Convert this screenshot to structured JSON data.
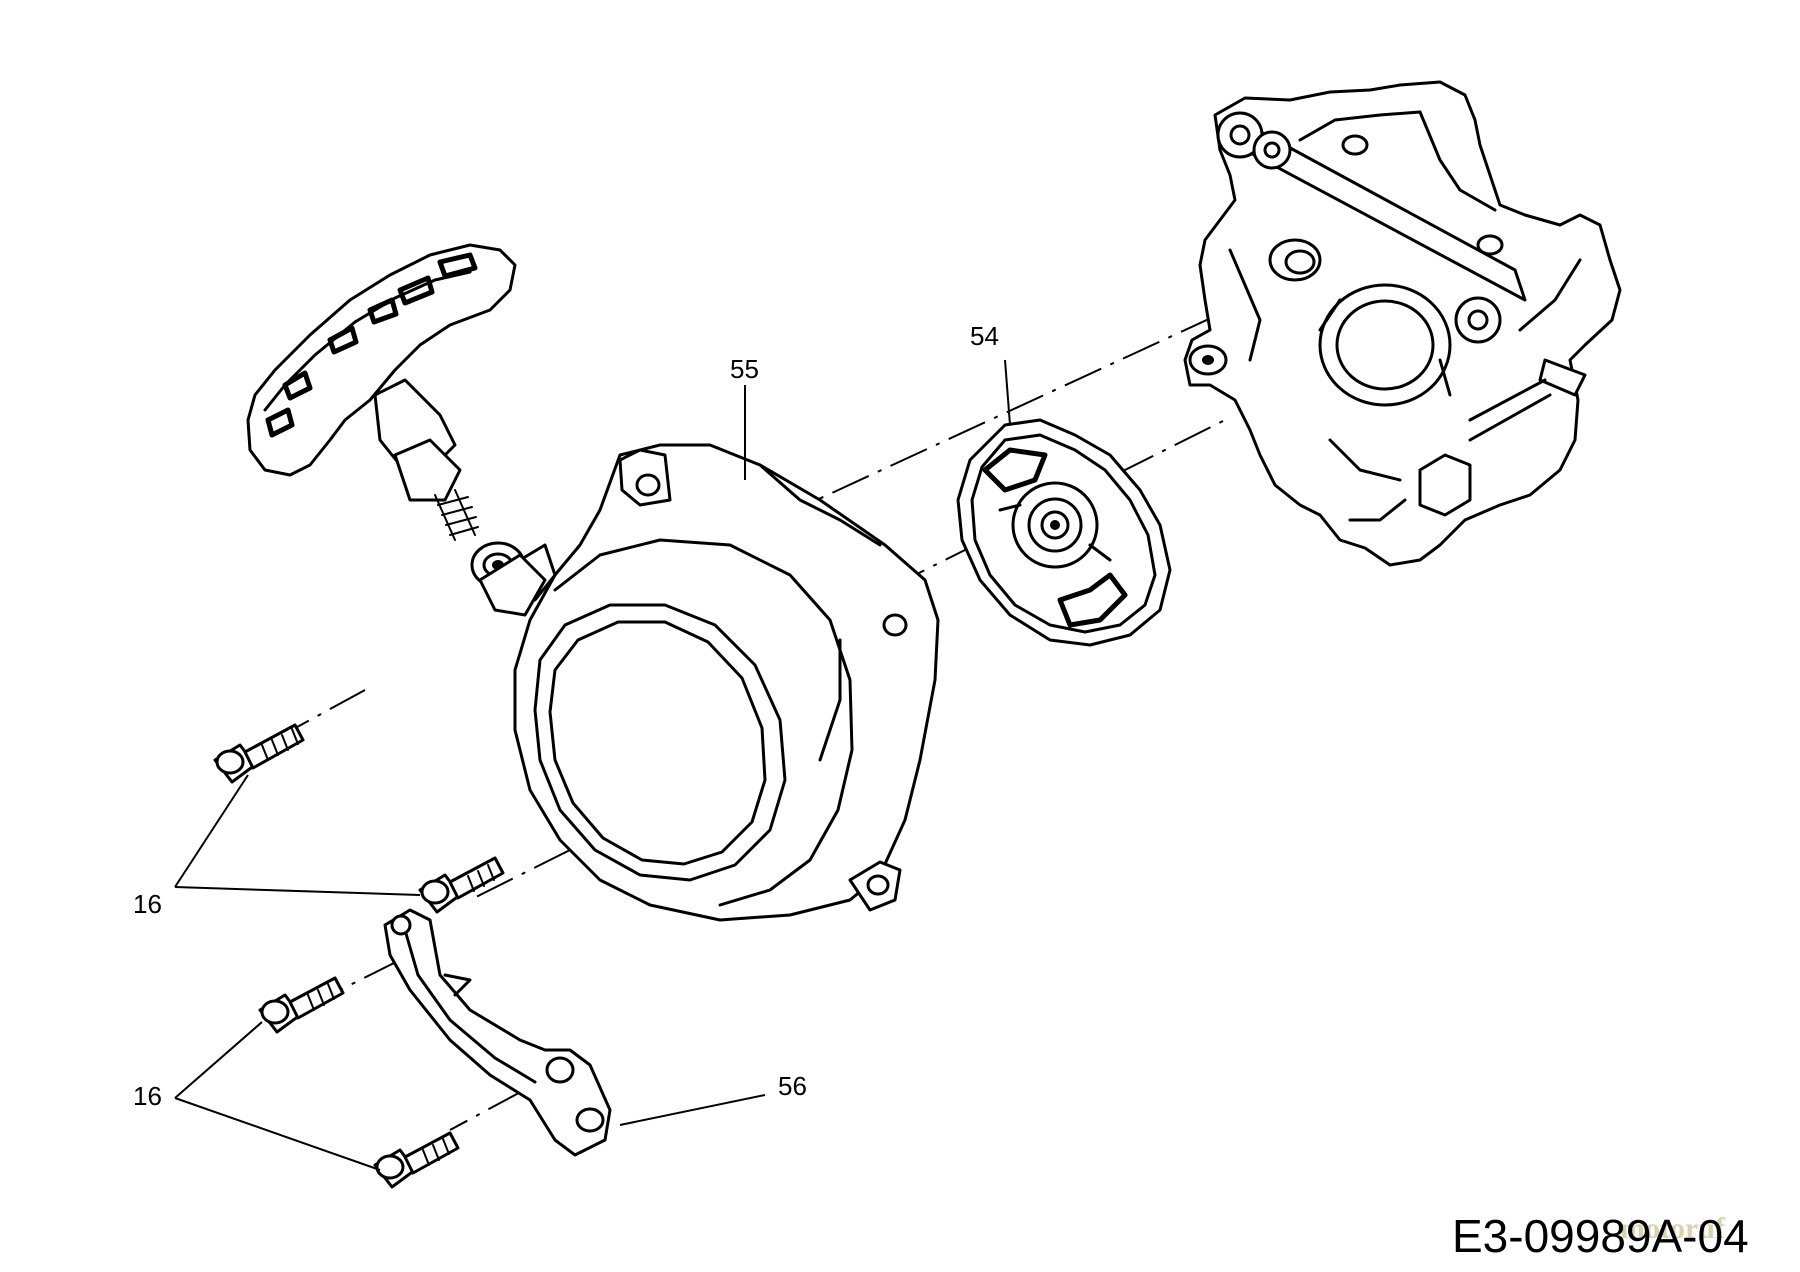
{
  "diagram": {
    "callouts": {
      "c54": "54",
      "c55": "55",
      "c56": "56",
      "c16_upper": "16",
      "c16_lower": "16"
    },
    "drawing_code": "E3-09989A-04",
    "watermark": "motoruf"
  }
}
